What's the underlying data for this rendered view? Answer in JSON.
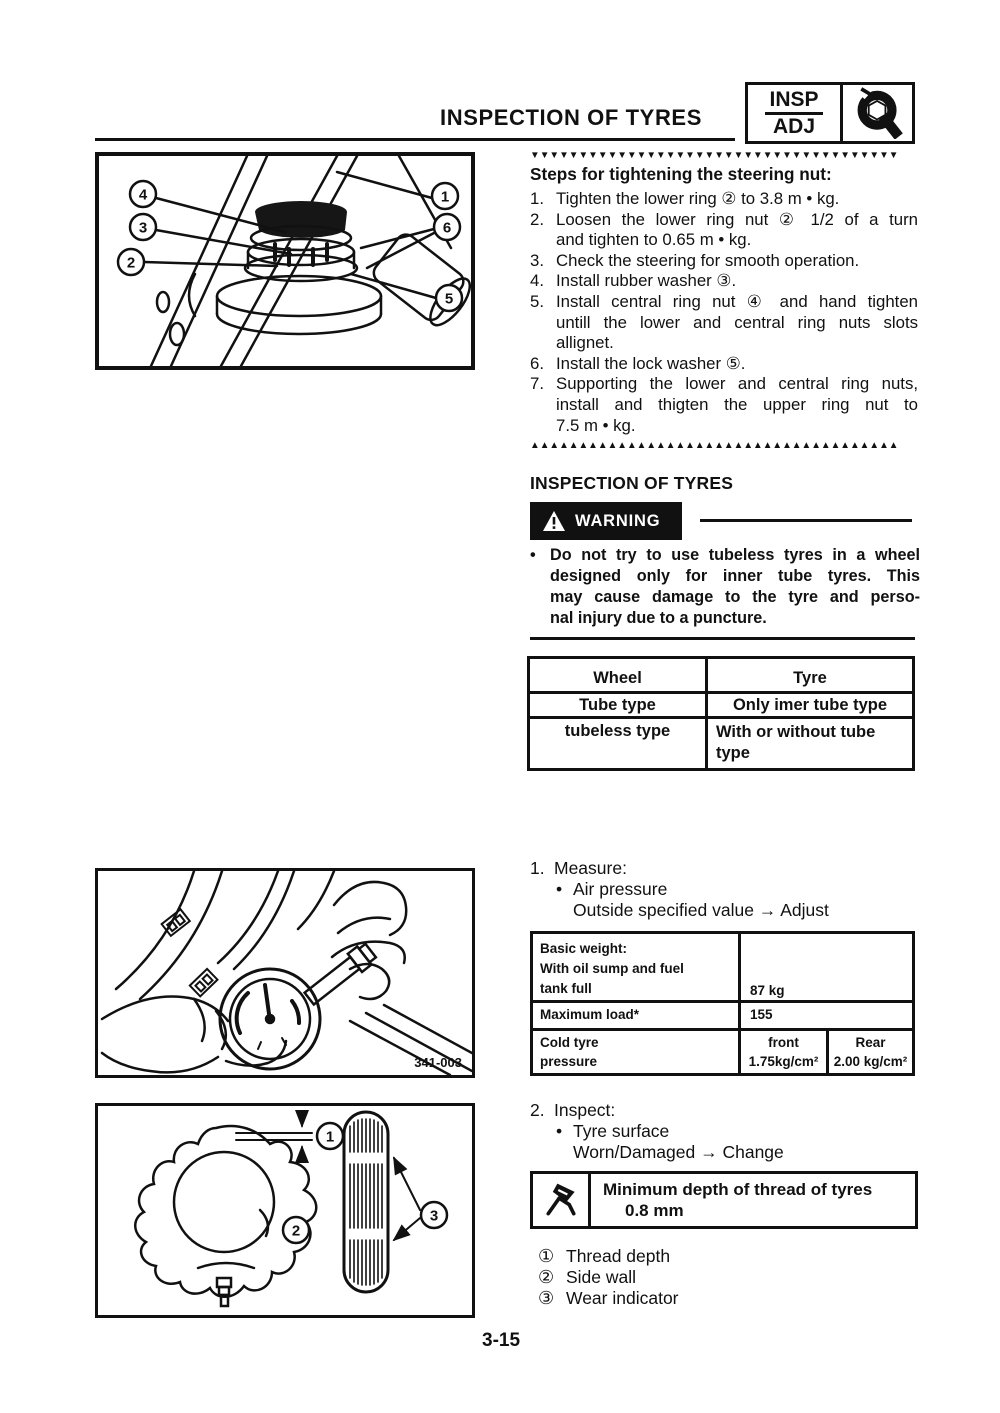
{
  "header": {
    "title": "INSPECTION OF TYRES",
    "tab_top": "INSP",
    "tab_bottom": "ADJ"
  },
  "markers": {
    "down": "▼▼▼▼▼▼▼▼▼▼▼▼▼▼▼▼▼▼▼▼▼▼▼▼▼▼▼▼▼▼▼▼▼▼▼▼▼▼",
    "up": "▲▲▲▲▲▲▲▲▲▲▲▲▲▲▲▲▲▲▲▲▲▲▲▲▲▲▲▲▲▲▲▲▲▲▲▲▲▲"
  },
  "steering": {
    "heading": "Steps for tightening the steering nut:",
    "steps": [
      {
        "num": "1.",
        "lines": [
          "Tighten the lower ring ② to 3.8 m • kg."
        ]
      },
      {
        "num": "2.",
        "lines": [
          "Loosen the lower ring nut ② 1/2 of a turn",
          "and tighten to 0.65 m • kg."
        ]
      },
      {
        "num": "3.",
        "lines": [
          "Check the steering for smooth operation."
        ]
      },
      {
        "num": "4.",
        "lines": [
          "Install rubber washer ③."
        ]
      },
      {
        "num": "5.",
        "lines": [
          "Install central ring nut ④ and hand tighten",
          "untill the lower and central ring nuts slots",
          "allignet."
        ]
      },
      {
        "num": "6.",
        "lines": [
          "Install the lock washer ⑤."
        ]
      },
      {
        "num": "7.",
        "lines": [
          "Supporting the lower and central ring nuts,",
          "install and thigten the upper ring nut to",
          "7.5 m • kg."
        ]
      }
    ]
  },
  "tyres": {
    "heading": "INSPECTION OF TYRES",
    "warning_label": "WARNING",
    "warning_bullet": "•",
    "warning_lines": [
      "Do not try to use tubeless tyres in a wheel",
      "designed only for inner tube tyres. This",
      "may cause damage to the tyre and perso-",
      "nal injury due to a puncture."
    ]
  },
  "wheel_table": {
    "headers": [
      "Wheel",
      "Tyre"
    ],
    "rows": [
      [
        "Tube type",
        "Only imer tube type"
      ],
      [
        "tubeless type",
        "With or without tube type"
      ]
    ]
  },
  "measure": {
    "num": "1.",
    "title": "Measure:",
    "bullet": "•",
    "item": "Air pressure",
    "result": "Outside specified value → Adjust"
  },
  "weight_table": {
    "row1": {
      "l1": "Basic weight:",
      "l2": "With oil sump and fuel",
      "l3": "tank full",
      "value": "87 kg"
    },
    "row2": {
      "label": "Maximum load*",
      "value": "155"
    },
    "row3": {
      "l1": "Cold tyre",
      "l2": "pressure",
      "front_h": "front",
      "front_v": "1.75kg/cm²",
      "rear_h": "Rear",
      "rear_v": "2.00 kg/cm²"
    }
  },
  "inspect": {
    "num": "2.",
    "title": "Inspect:",
    "bullet": "•",
    "item": "Tyre surface",
    "result": "Worn/Damaged → Change"
  },
  "min_depth": {
    "line1": "Minimum depth of thread of tyres",
    "line2": "0.8 mm"
  },
  "legend": [
    {
      "n": "①",
      "t": "Thread depth"
    },
    {
      "n": "②",
      "t": "Side wall"
    },
    {
      "n": "③",
      "t": "Wear indicator"
    }
  ],
  "fig1": {
    "callouts": [
      "4",
      "3",
      "2",
      "1",
      "6",
      "5"
    ]
  },
  "fig2": {
    "label": "341-003"
  },
  "fig3": {
    "callouts": [
      "1",
      "2",
      "3"
    ]
  },
  "page_number": "3-15",
  "colors": {
    "ink": "#111111",
    "paper": "#ffffff"
  }
}
